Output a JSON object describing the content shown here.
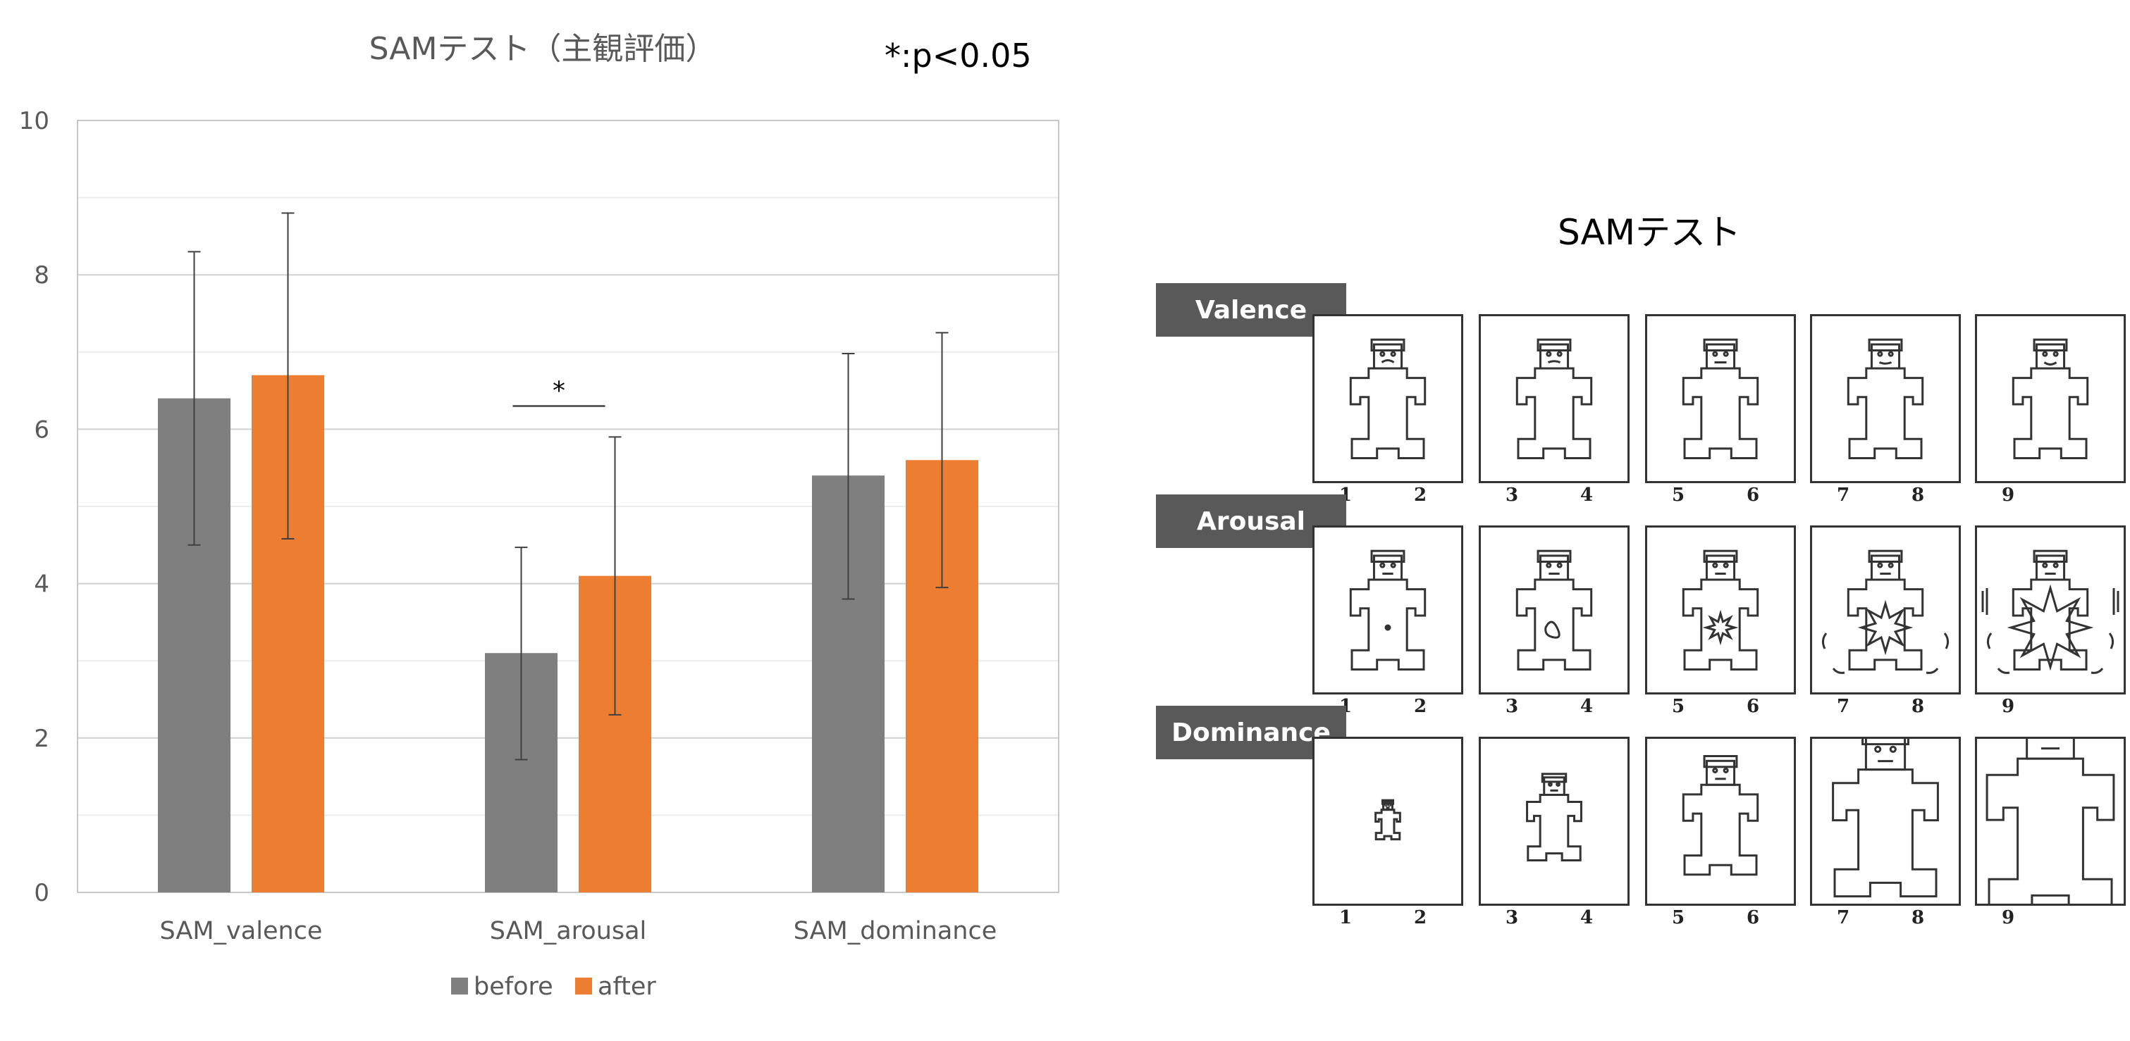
{
  "chart_data": {
    "type": "bar",
    "title": "SAMテスト（主観評価）",
    "annotation": "*:p<0.05",
    "categories": [
      "SAM_valence",
      "SAM_arousal",
      "SAM_dominance"
    ],
    "series": [
      {
        "name": "before",
        "color": "#7f7f7f",
        "values": [
          6.4,
          3.1,
          5.4
        ],
        "error_low": [
          4.5,
          1.72,
          3.8
        ],
        "error_high": [
          8.3,
          4.47,
          6.98
        ]
      },
      {
        "name": "after",
        "color": "#ed7d31",
        "values": [
          6.7,
          4.1,
          5.6
        ],
        "error_low": [
          4.58,
          2.3,
          3.95
        ],
        "error_high": [
          8.8,
          5.9,
          7.25
        ]
      }
    ],
    "significance": {
      "category": "SAM_arousal",
      "marker": "*",
      "level": 6.3
    },
    "ylim": [
      0,
      10
    ],
    "yticks": [
      "0",
      "2",
      "4",
      "6",
      "8",
      "10"
    ],
    "grid": true,
    "legend": "bottom"
  },
  "sam_figure": {
    "heading": "SAMテスト",
    "rows": [
      {
        "label": "Valence",
        "kind": "valence"
      },
      {
        "label": "Arousal",
        "kind": "arousal"
      },
      {
        "label": "Dominance",
        "kind": "dominance"
      }
    ],
    "scale_numbers": [
      "1",
      "2",
      "3",
      "4",
      "5",
      "6",
      "7",
      "8",
      "9"
    ]
  }
}
